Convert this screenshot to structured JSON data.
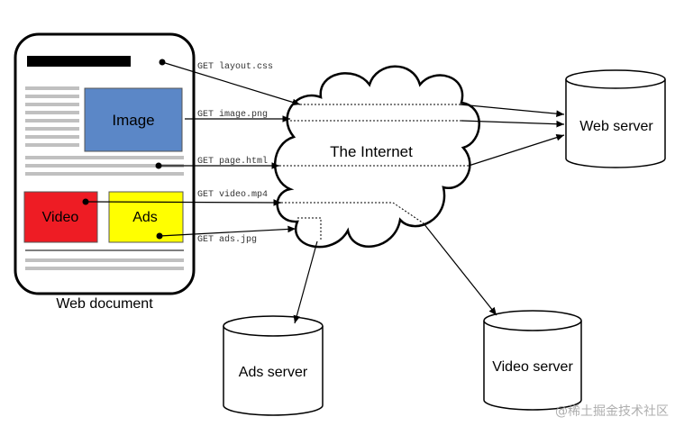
{
  "document": {
    "caption": "Web document",
    "image_label": "Image",
    "video_label": "Video",
    "ads_label": "Ads"
  },
  "cloud": {
    "label": "The Internet"
  },
  "servers": {
    "web": "Web server",
    "ads": "Ads server",
    "video": "Video server"
  },
  "requests": [
    "GET layout.css",
    "GET image.png",
    "GET page.html",
    "GET video.mp4",
    "GET ads.jpg"
  ],
  "watermark": "@稀土掘金技术社区",
  "colors": {
    "image": "#5b87c7",
    "video": "#ee1c24",
    "ads": "#ffff00",
    "text_lines": "#c0c0c0",
    "title_bar": "#000000"
  }
}
